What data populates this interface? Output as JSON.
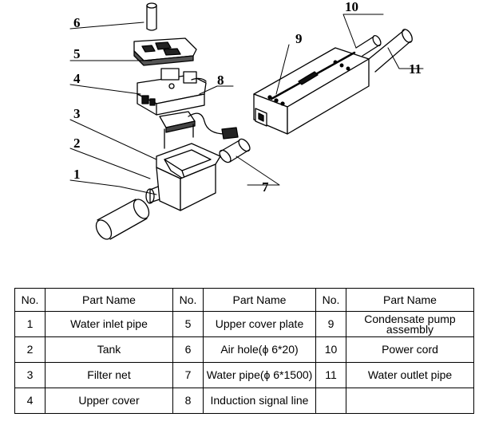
{
  "diagram": {
    "callouts": [
      "1",
      "2",
      "3",
      "4",
      "5",
      "6",
      "7",
      "8",
      "9",
      "10",
      "11"
    ]
  },
  "table": {
    "headers": [
      "No.",
      "Part Name",
      "No.",
      "Part Name",
      "No.",
      "Part Name"
    ],
    "rows": [
      [
        "1",
        "Water inlet pipe",
        "5",
        "Upper cover plate",
        "9",
        "Condensate pump assembly"
      ],
      [
        "2",
        "Tank",
        "6",
        "Air hole(ϕ 6*20)",
        "10",
        "Power cord"
      ],
      [
        "3",
        "Filter net",
        "7",
        "Water pipe(ϕ 6*1500)",
        "11",
        "Water outlet pipe"
      ],
      [
        "4",
        "Upper cover",
        "8",
        "Induction signal line",
        "",
        ""
      ]
    ]
  }
}
